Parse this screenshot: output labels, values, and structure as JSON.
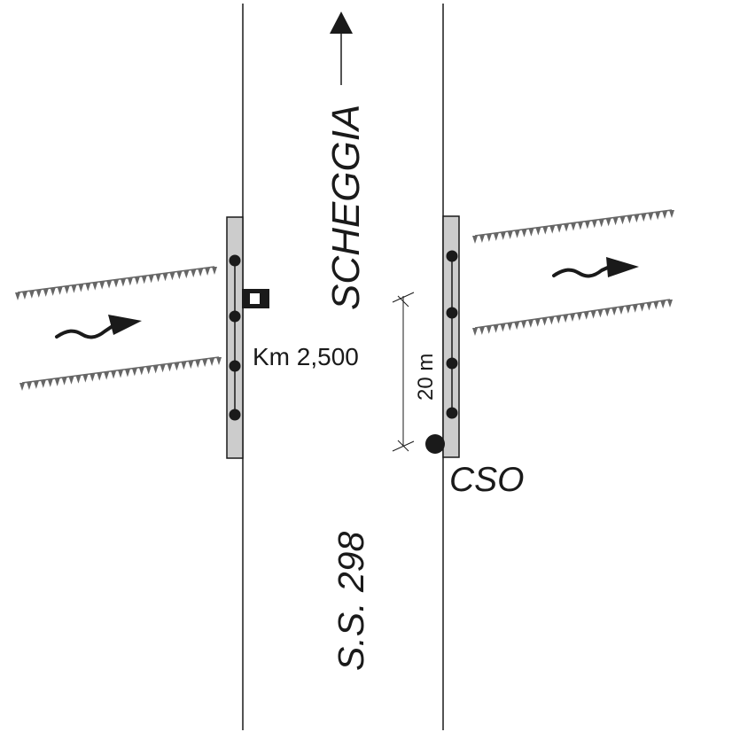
{
  "labels": {
    "direction": "SCHEGGIA",
    "road": "S.S. 298",
    "kilometre": "Km 2,500",
    "distance": "20 m",
    "point": "CSO"
  },
  "colors": {
    "line": "#1a1a1a",
    "guardrail_fill": "#cccccc",
    "hatch": "#666666"
  },
  "icons": {
    "north_arrow": "arrow-up-icon",
    "flow_left": "wavy-arrow-right-icon",
    "flow_right": "wavy-arrow-right-icon",
    "sampling_point": "filled-circle-icon",
    "marker": "square-marker-icon"
  }
}
